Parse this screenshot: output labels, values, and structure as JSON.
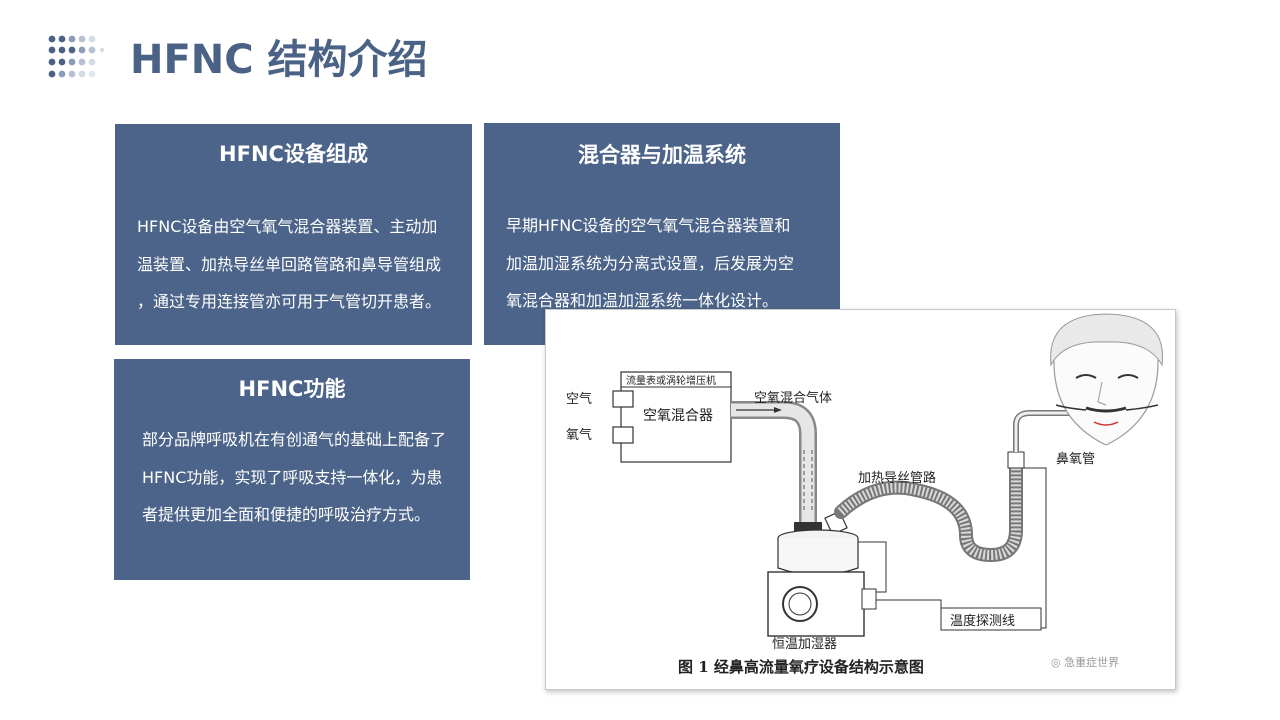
{
  "page": {
    "title": "HFNC 结构介绍"
  },
  "cards": [
    {
      "title": "HFNC设备组成",
      "lines": [
        "HFNC设备由空气氧气混合器装置、主动加",
        "温装置、加热导丝单回路管路和鼻导管组成",
        "，通过专用连接管亦可用于气管切开患者。"
      ]
    },
    {
      "title": "混合器与加温系统",
      "lines": [
        "早期HFNC设备的空气氧气混合器装置和",
        "加温加湿系统为分离式设置，后发展为空",
        "氧混合器和加温加湿系统一体化设计。"
      ]
    },
    {
      "title": "HFNC功能",
      "lines": [
        "部分品牌呼吸机在有创通气的基础上配备了",
        "HFNC功能，实现了呼吸支持一体化，为患",
        "者提供更加全面和便捷的呼吸治疗方式。"
      ]
    }
  ],
  "figure": {
    "labels": {
      "flowmeter": "流量表或涡轮增压机",
      "air": "空气",
      "oxygen": "氧气",
      "mixer": "空氧混合器",
      "mixed_gas": "空氧混合气体",
      "heated_circuit": "加热导丝管路",
      "nasal_cannula": "鼻氧管",
      "temp_probe": "温度探测线",
      "humidifier": "恒温加湿器"
    },
    "caption": "图 1    经鼻高流量氧疗设备结构示意图",
    "watermark": "急重症世界"
  }
}
